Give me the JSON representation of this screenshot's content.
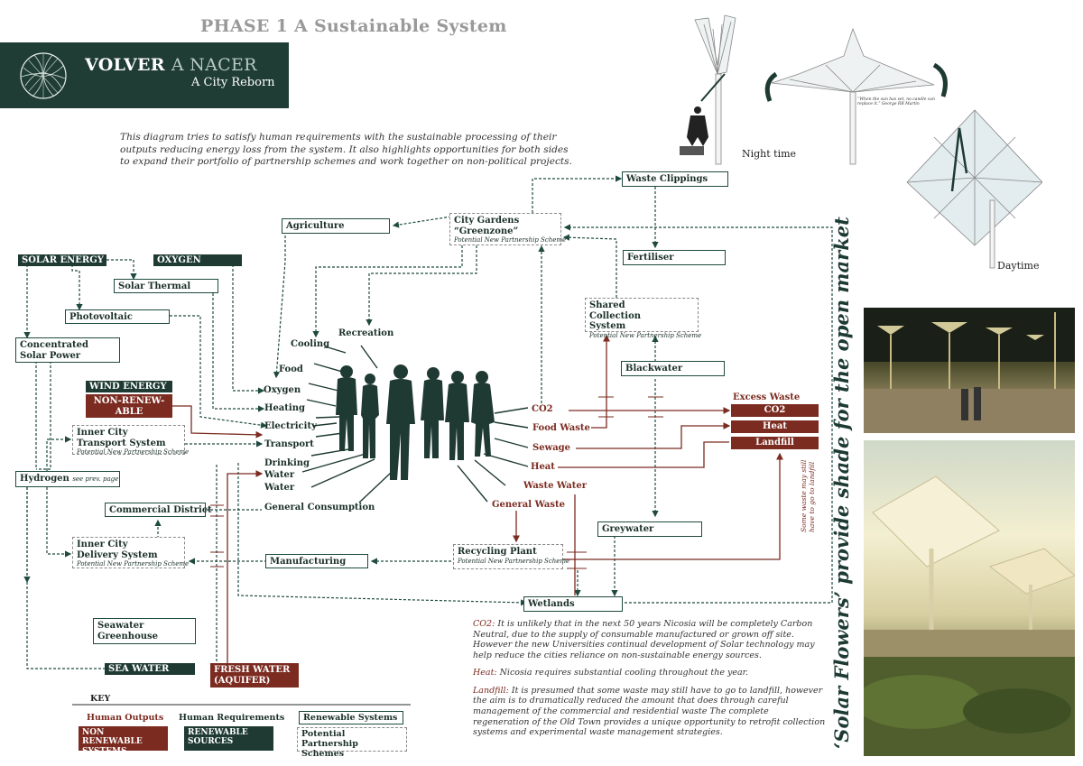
{
  "phase_title": "PHASE 1  A Sustainable System",
  "banner": {
    "title_a": "VOLVER",
    "title_b": "A NACER",
    "subtitle": "A City Reborn"
  },
  "intro": "This diagram tries to satisfy human requirements with the sustainable processing of their outputs reducing energy loss from the system. It also highlights opportunities for both sides to expand their portfolio of partnership schemes and work together on non-political projects.",
  "sources": {
    "solar_energy": "SOLAR ENERGY",
    "oxygen": "OXYGEN",
    "solar_thermal": "Solar Thermal",
    "photovoltaic": "Photovoltaic",
    "concentrated_solar": "Concentrated Solar Power",
    "wind_energy": "WIND ENERGY",
    "non_renewable": "NON-RENEW- ABLE",
    "inner_transport": "Inner City Transport System",
    "hydrogen": "Hydrogen",
    "hydrogen_note": "see prev. page",
    "commercial": "Commercial District",
    "inner_delivery": "Inner City Delivery System",
    "manufacturing": "Manufacturing",
    "seawater_greenhouse": "Seawater Greenhouse",
    "sea_water": "SEA WATER",
    "fresh_water": "FRESH WATER (AQUIFER)",
    "partnership_note": "Potential New Partnership Scheme"
  },
  "top": {
    "agriculture": "Agriculture",
    "city_gardens": "City Gardens “Greenzone”",
    "waste_clippings": "Waste Clippings",
    "fertiliser": "Fertiliser",
    "shared_collection": "Shared Collection System",
    "blackwater": "Blackwater",
    "greywater": "Greywater",
    "recycling": "Recycling Plant",
    "wetlands": "Wetlands"
  },
  "needs": [
    "Cooling",
    "Recreation",
    "Food",
    "Oxygen",
    "Heating",
    "Electricity",
    "Transport",
    "Drinking Water",
    "Water",
    "General Consumption"
  ],
  "outputs": [
    "CO2",
    "Food Waste",
    "Sewage",
    "Heat",
    "Waste Water",
    "General Waste"
  ],
  "excess": {
    "title": "Excess Waste",
    "items": [
      "CO2",
      "Heat",
      "Landfill"
    ]
  },
  "landfill_note": "Some waste may still have to go to landfill",
  "notes": {
    "co2_key": "CO2:",
    "co2": " It is unlikely that in the next 50 years Nicosia will be completely Carbon Neutral, due to the supply of consumable manufactured or grown off site. However the new Universities continual development of Solar technology may help reduce the cities reliance on non-sustainable energy sources.",
    "heat_key": "Heat:",
    "heat": " Nicosia requires substantial cooling throughout the year.",
    "landfill_key": "Landfill:",
    "landfill": " It is presumed that some waste may still have to go to landfill, however the aim is to dramatically reduced the amount that does through careful management of the commercial and residential waste The complete regeneration of the Old Town provides a unique opportunity to retrofit collection systems and experimental waste management strategies."
  },
  "key": {
    "title": "KEY",
    "human_outputs": "Human Outputs",
    "human_requirements": "Human Requirements",
    "renewable_systems": "Renewable Systems",
    "non_renewable": "NON RENEWABLE SYSTEMS",
    "renewable_sources": "RENEWABLE SOURCES",
    "partnership": "Potential Partnership Schemes"
  },
  "vertical_caption": "‘Solar Flowers’ provide shade for the open market",
  "illustration": {
    "night": "Night time",
    "day": "Daytime",
    "quote": "“When the sun has set, no candle can replace it.” George RR Martin"
  },
  "colors": {
    "green": "#1e3a33",
    "red": "#7b2b20"
  }
}
